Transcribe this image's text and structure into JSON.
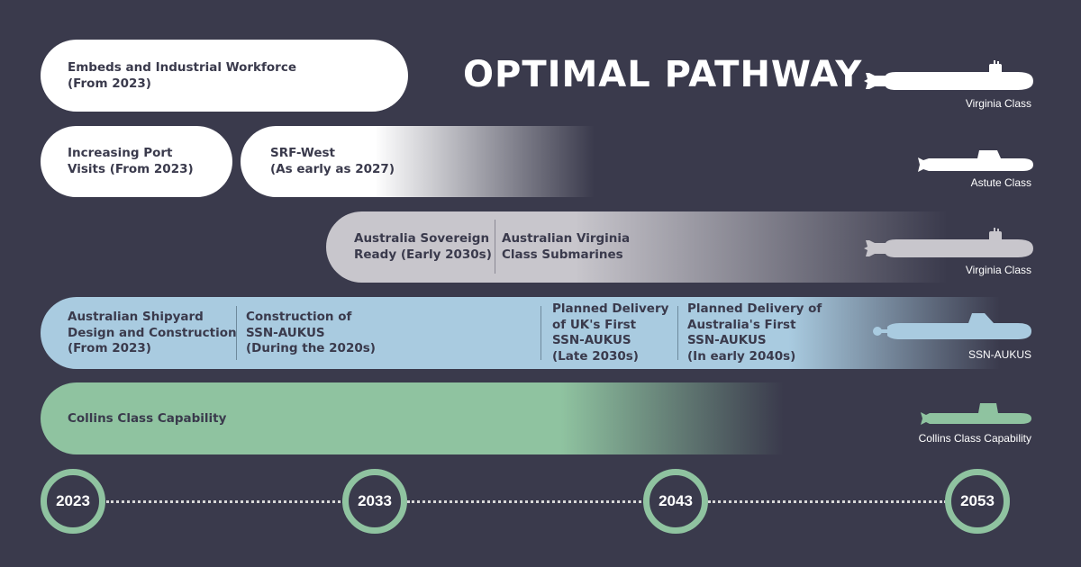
{
  "title": "OPTIMAL PATHWAY",
  "rows": {
    "embeds": "Embeds and Industrial Workforce\n(From 2023)",
    "port_visits": "Increasing Port\nVisits (From 2023)",
    "srf_west": "SRF-West\n(As early as 2027)",
    "sovereign_ready": "Australia Sovereign\nReady (Early 2030s)",
    "aus_virginia": "Australian Virginia\nClass Submarines",
    "shipyard": "Australian Shipyard\nDesign and Construction\n(From 2023)",
    "construction": "Construction of\nSSN-AUKUS\n(During the 2020s)",
    "uk_delivery": "Planned Delivery\nof UK's First\nSSN-AUKUS\n(Late 2030s)",
    "aus_delivery": "Planned Delivery of\nAustralia's First\nSSN-AUKUS\n(In early 2040s)",
    "collins": "Collins Class Capability"
  },
  "submarines": [
    {
      "label": "Virginia Class",
      "icon": "virginia-submarine-icon",
      "color": "#ffffff"
    },
    {
      "label": "Astute Class",
      "icon": "astute-submarine-icon",
      "color": "#ffffff"
    },
    {
      "label": "Virginia Class",
      "icon": "virginia-submarine-icon",
      "color": "#c8c6cc"
    },
    {
      "label": "SSN-AUKUS",
      "icon": "ssn-aukus-submarine-icon",
      "color": "#a9cbe0"
    },
    {
      "label": "Collins Class Capability",
      "icon": "collins-submarine-icon",
      "color": "#8fc3a0"
    }
  ],
  "timeline": [
    "2023",
    "2033",
    "2043",
    "2053"
  ],
  "colors": {
    "background": "#3a3a4c",
    "white": "#ffffff",
    "grey": "#c8c6cc",
    "blue": "#a9cbe0",
    "green": "#8fc3a0"
  }
}
